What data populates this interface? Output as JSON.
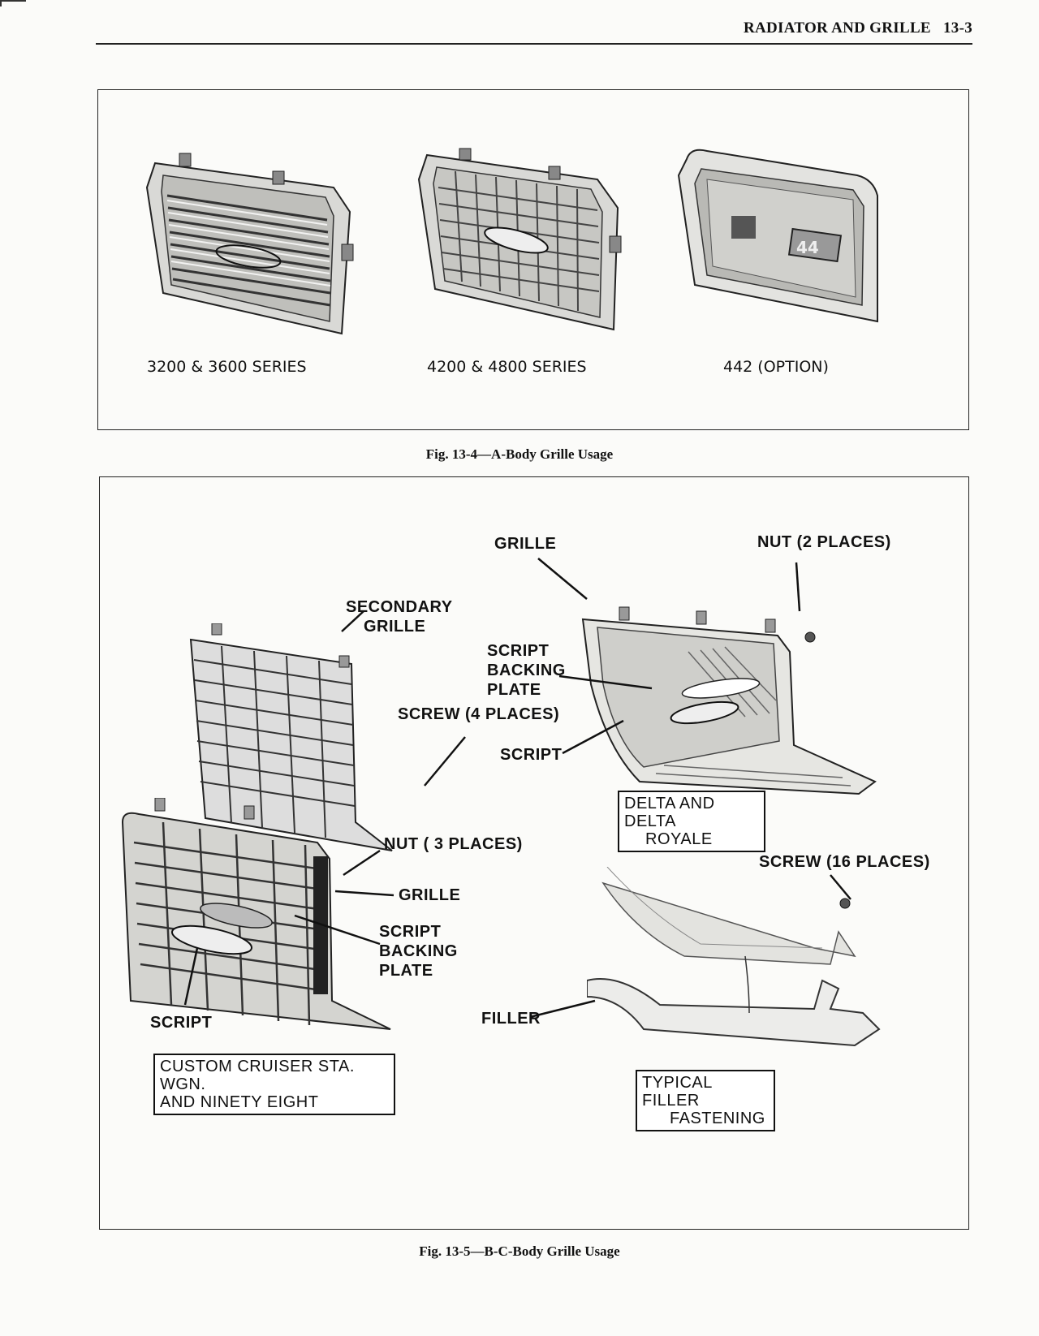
{
  "header": {
    "section_title": "RADIATOR AND GRILLE",
    "page_number": "13-3"
  },
  "figure_1": {
    "caption": "Fig. 13-4—A-Body Grille Usage",
    "panels": [
      {
        "label": "3200 & 3600 SERIES"
      },
      {
        "label": "4200 & 4800 SERIES"
      },
      {
        "label": "442 (OPTION)"
      }
    ]
  },
  "figure_2": {
    "caption": "Fig. 13-5—B-C-Body Grille Usage",
    "callouts": {
      "grille_top": "GRILLE",
      "nut_2": "NUT (2 PLACES)",
      "secondary_grille_1": "SECONDARY",
      "secondary_grille_2": "GRILLE",
      "script_backing_1": "SCRIPT",
      "script_backing_2": "BACKING",
      "script_backing_3": "PLATE",
      "screw_4": "SCREW (4 PLACES)",
      "script_right": "SCRIPT",
      "nut_3": "NUT ( 3 PLACES)",
      "grille_left": "GRILLE",
      "script_backing_left_1": "SCRIPT",
      "script_backing_left_2": "BACKING",
      "script_backing_left_3": "PLATE",
      "script_left": "SCRIPT",
      "screw_16": "SCREW (16 PLACES)",
      "filler": "FILLER"
    },
    "boxes": {
      "delta_1": "DELTA AND DELTA",
      "delta_2": "ROYALE",
      "custom_1": "CUSTOM CRUISER STA. WGN.",
      "custom_2": "AND NINETY EIGHT",
      "filler_1": "TYPICAL FILLER",
      "filler_2": "FASTENING"
    }
  }
}
